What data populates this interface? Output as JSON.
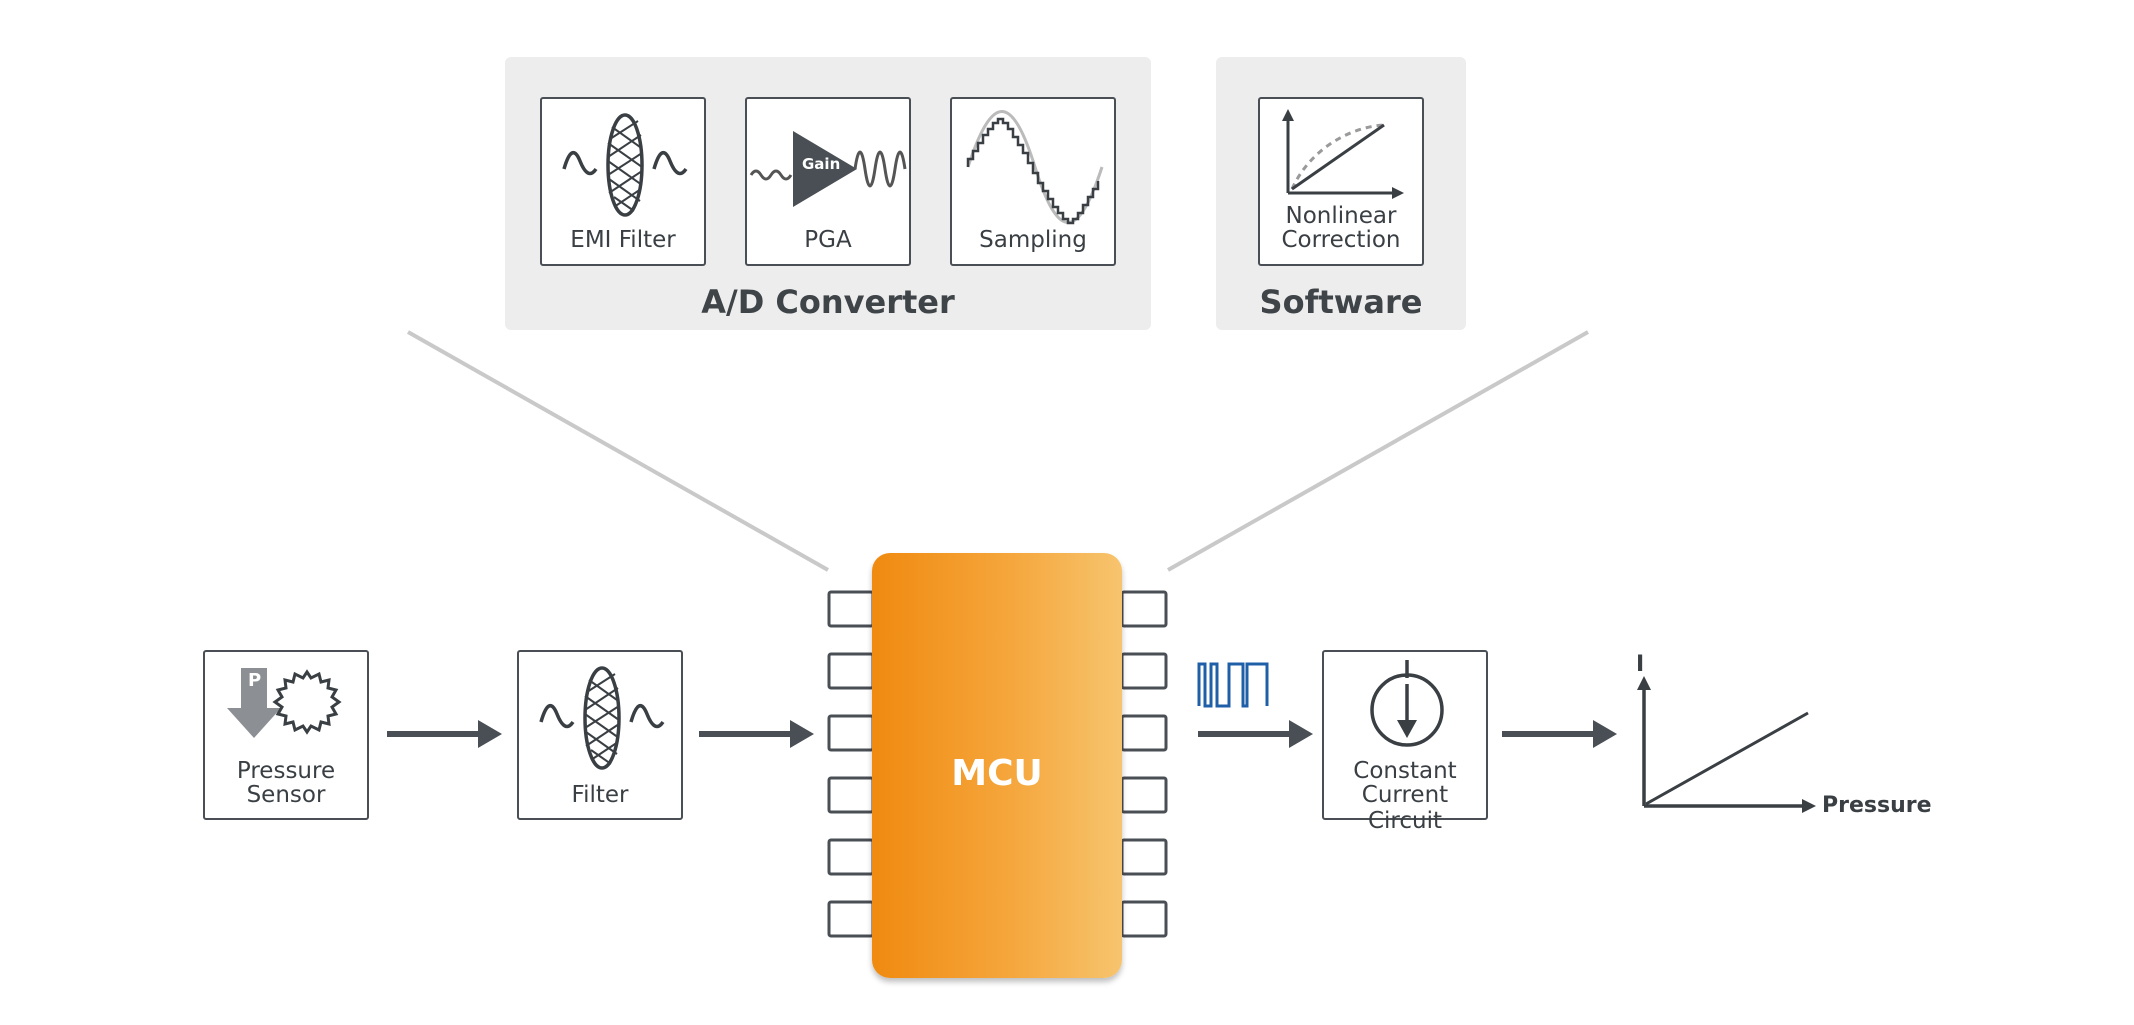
{
  "ad_converter": {
    "title": "A/D Converter",
    "emi_filter_label": "EMI Filter",
    "pga_label": "PGA",
    "gain_label": "Gain",
    "sampling_label": "Sampling"
  },
  "software": {
    "title": "Software",
    "nonlinear_line1": "Nonlinear",
    "nonlinear_line2": "Correction"
  },
  "flow": {
    "pressure_sensor_line1": "Pressure",
    "pressure_sensor_line2": "Sensor",
    "pressure_icon_letter": "P",
    "filter_label": "Filter",
    "mcu_label": "MCU",
    "constant_current_line1": "Constant",
    "constant_current_line2": "Current Circuit",
    "output_y_label": "I",
    "output_x_label": "Pressure"
  },
  "colors": {
    "panel_bg": "#ededed",
    "mcu_orange": "#f39a24",
    "pwm_blue": "#1f5fa8",
    "stroke": "#4a4f55"
  }
}
